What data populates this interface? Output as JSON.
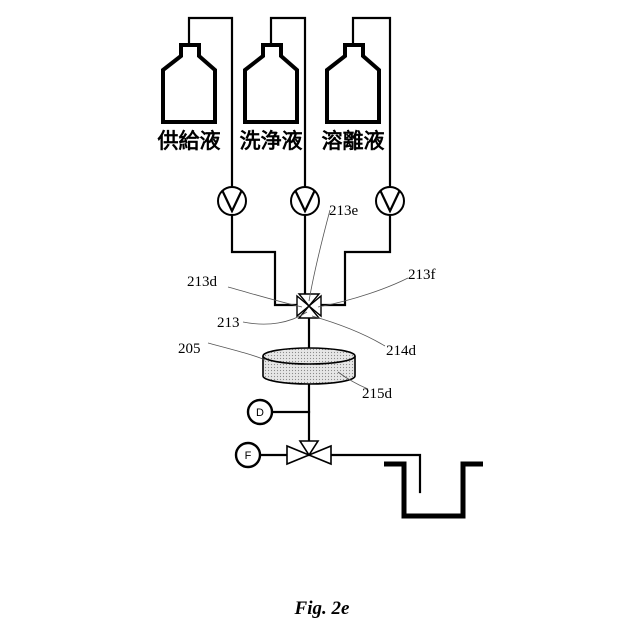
{
  "bottles": {
    "supply": "供給液",
    "wash": "洗浄液",
    "elution": "溶離液"
  },
  "refs": {
    "r213d": "213d",
    "r213e": "213e",
    "r213f": "213f",
    "r213": "213",
    "r214d": "214d",
    "r205": "205",
    "r215d": "215d"
  },
  "gauges": {
    "d": "D",
    "f": "F"
  },
  "caption": "Fig. 2e"
}
